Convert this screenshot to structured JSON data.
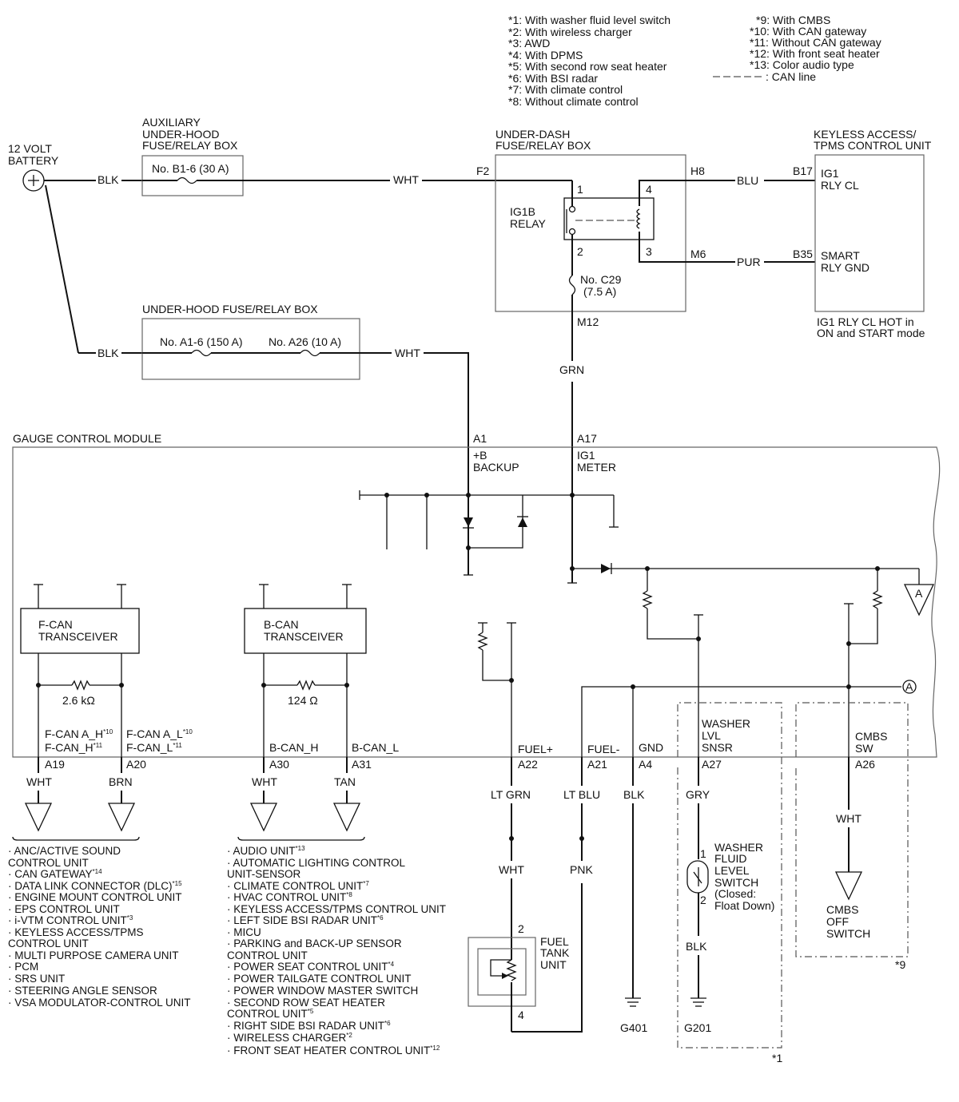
{
  "legend": {
    "left": [
      "*1: With washer fluid level switch",
      "*2: With wireless charger",
      "*3: AWD",
      "*4: With DPMS",
      "*5: With second row seat heater",
      "*6: With BSI radar",
      "*7: With climate control",
      "*8: Without climate control"
    ],
    "right": [
      "*9: With CMBS",
      "*10: With CAN gateway",
      "*11: Without CAN gateway",
      "*12: With front seat heater",
      "*13: Color audio type"
    ],
    "can_line": ": CAN line"
  },
  "battery": {
    "line1": "12 VOLT",
    "line2": "BATTERY"
  },
  "aux_box": {
    "l1": "AUXILIARY",
    "l2": "UNDER-HOOD",
    "l3": "FUSE/RELAY BOX",
    "fuse": "No. B1-6 (30 A)"
  },
  "uh_box": {
    "title": "UNDER-HOOD FUSE/RELAY BOX",
    "fuse1": "No. A1-6 (150 A)",
    "fuse2": "No. A26 (10 A)"
  },
  "dash_box": {
    "l1": "UNDER-DASH",
    "l2": "FUSE/RELAY BOX",
    "relay1": "IG1B",
    "relay2": "RELAY",
    "f2": "F2",
    "h8": "H8",
    "m6": "M6",
    "m12": "M12",
    "p1": "1",
    "p2": "2",
    "p3": "3",
    "p4": "4",
    "fuse1": "No. C29",
    "fuse2": "(7.5 A)"
  },
  "keyless": {
    "l1": "KEYLESS ACCESS/",
    "l2": "TPMS CONTROL UNIT",
    "b17": "B17",
    "ig1a": "IG1",
    "ig1b": "RLY CL",
    "b35": "B35",
    "smart1": "SMART",
    "smart2": "RLY GND",
    "note1": "IG1 RLY CL HOT in",
    "note2": "ON and START mode"
  },
  "wires": {
    "blk1": "BLK",
    "wht1": "WHT",
    "blu": "BLU",
    "pur": "PUR",
    "blk2": "BLK",
    "wht2": "WHT",
    "grn": "GRN"
  },
  "gcm": {
    "title": "GAUGE CONTROL MODULE",
    "a1": "A1",
    "b1": "+B",
    "b2": "BACKUP",
    "a17": "A17",
    "ig1": "IG1",
    "meter": "METER",
    "fcan1": "F-CAN",
    "fcan2": "TRANSCEIVER",
    "bcan1": "B-CAN",
    "bcan2": "TRANSCEIVER",
    "r1": "2.6 kΩ",
    "r2": "124 Ω",
    "fcanah": "F-CAN A_H",
    "fcanh": "F-CAN_H",
    "fcanal": "F-CAN A_L",
    "fcanl": "F-CAN_L",
    "s10": "*10",
    "s11": "*11",
    "bcanh": "B-CAN_H",
    "bcanl": "B-CAN_L",
    "fuelp": "FUEL+",
    "fueln": "FUEL-",
    "gnd": "GND",
    "wl1": "WASHER",
    "wl2": "LVL",
    "wl3": "SNSR",
    "cm1": "CMBS",
    "cm2": "SW",
    "conn": "A"
  },
  "pins": [
    "A19",
    "A20",
    "A30",
    "A31",
    "A22",
    "A21",
    "A4",
    "A27",
    "A26"
  ],
  "colors": [
    "WHT",
    "BRN",
    "WHT",
    "TAN",
    "LT GRN",
    "LT BLU",
    "BLK",
    "GRY",
    "WHT",
    "WHT",
    "PNK",
    "BLK"
  ],
  "fcan_list": [
    "· ANC/ACTIVE SOUND",
    "CONTROL UNIT",
    "· CAN GATEWAY",
    "· DATA LINK CONNECTOR (DLC)",
    "· ENGINE MOUNT CONTROL UNIT",
    "· EPS CONTROL UNIT",
    "· i-VTM CONTROL UNIT",
    "· KEYLESS ACCESS/TPMS",
    "CONTROL UNIT",
    "· MULTI PURPOSE CAMERA UNIT",
    "· PCM",
    "· SRS UNIT",
    "· STEERING ANGLE SENSOR",
    "· VSA MODULATOR-CONTROL UNIT"
  ],
  "fcan_sups": [
    "*14",
    "*15",
    "*3"
  ],
  "bcan_list": [
    "· AUDIO UNIT",
    "· AUTOMATIC LIGHTING CONTROL",
    "UNIT-SENSOR",
    "· CLIMATE CONTROL UNIT",
    "· HVAC CONTROL UNIT",
    "· KEYLESS ACCESS/TPMS CONTROL UNIT",
    "· LEFT SIDE BSI RADAR UNIT",
    "· MICU",
    "· PARKING and BACK-UP SENSOR",
    "CONTROL UNIT",
    "· POWER SEAT CONTROL UNIT",
    "· POWER TAILGATE CONTROL UNIT",
    "· POWER WINDOW MASTER SWITCH",
    "· SECOND ROW SEAT HEATER",
    "CONTROL UNIT",
    "· RIGHT SIDE BSI RADAR UNIT",
    "· WIRELESS CHARGER",
    "· FRONT SEAT HEATER CONTROL UNIT"
  ],
  "bcan_sups": [
    "*13",
    "*7",
    "*8",
    "*6",
    "*4",
    "*5",
    "*6",
    "*2",
    "*12"
  ],
  "fuel_unit": {
    "l1": "FUEL",
    "l2": "TANK",
    "l3": "UNIT",
    "p2": "2",
    "p4": "4"
  },
  "washer_sw": {
    "l1": "WASHER",
    "l2": "FLUID",
    "l3": "LEVEL",
    "l4": "SWITCH",
    "l5": "(Closed:",
    "l6": "Float Down)",
    "p1": "1",
    "p2": "2"
  },
  "cmbs_sw": {
    "l1": "CMBS",
    "l2": "OFF",
    "l3": "SWITCH"
  },
  "grounds": {
    "g401": "G401",
    "g201": "G201"
  },
  "notes": {
    "n1": "*1",
    "n9": "*9"
  }
}
